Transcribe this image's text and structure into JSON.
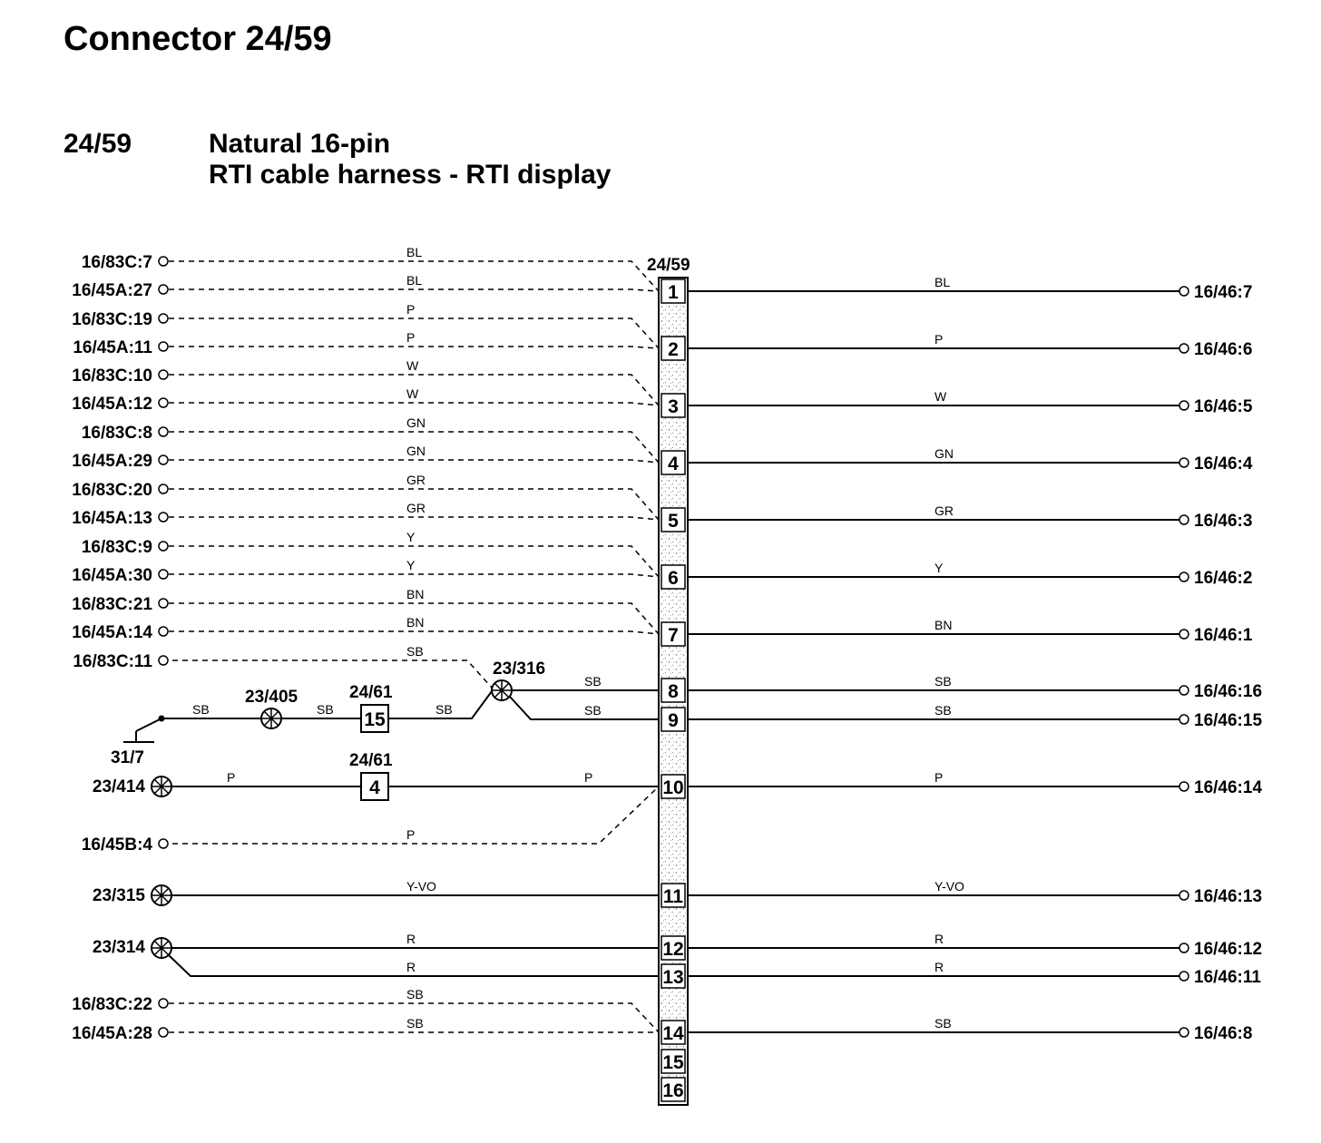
{
  "title": "Connector 24/59",
  "connector": {
    "code": "24/59",
    "description_line1": "Natural 16-pin",
    "description_line2": "RTI cable harness - RTI display",
    "header_label": "24/59",
    "pins": [
      "1",
      "2",
      "3",
      "4",
      "5",
      "6",
      "7",
      "8",
      "9",
      "10",
      "11",
      "12",
      "13",
      "14",
      "15",
      "16"
    ]
  },
  "left_terminals": [
    {
      "label": "16/83C:7",
      "wire": "BL"
    },
    {
      "label": "16/45A:27",
      "wire": "BL"
    },
    {
      "label": "16/83C:19",
      "wire": "P"
    },
    {
      "label": "16/45A:11",
      "wire": "P"
    },
    {
      "label": "16/83C:10",
      "wire": "W"
    },
    {
      "label": "16/45A:12",
      "wire": "W"
    },
    {
      "label": "16/83C:8",
      "wire": "GN"
    },
    {
      "label": "16/45A:29",
      "wire": "GN"
    },
    {
      "label": "16/83C:20",
      "wire": "GR"
    },
    {
      "label": "16/45A:13",
      "wire": "GR"
    },
    {
      "label": "16/83C:9",
      "wire": "Y"
    },
    {
      "label": "16/45A:30",
      "wire": "Y"
    },
    {
      "label": "16/83C:21",
      "wire": "BN"
    },
    {
      "label": "16/45A:14",
      "wire": "BN"
    },
    {
      "label": "16/83C:11",
      "wire": "SB"
    },
    {
      "label": "16/45B:4",
      "wire": "P"
    },
    {
      "label": "16/83C:22",
      "wire": "SB"
    },
    {
      "label": "16/45A:28",
      "wire": "SB"
    }
  ],
  "right_terminals": [
    {
      "pin": "1",
      "label": "16/46:7",
      "wire": "BL"
    },
    {
      "pin": "2",
      "label": "16/46:6",
      "wire": "P"
    },
    {
      "pin": "3",
      "label": "16/46:5",
      "wire": "W"
    },
    {
      "pin": "4",
      "label": "16/46:4",
      "wire": "GN"
    },
    {
      "pin": "5",
      "label": "16/46:3",
      "wire": "GR"
    },
    {
      "pin": "6",
      "label": "16/46:2",
      "wire": "Y"
    },
    {
      "pin": "7",
      "label": "16/46:1",
      "wire": "BN"
    },
    {
      "pin": "8",
      "label": "16/46:16",
      "wire": "SB"
    },
    {
      "pin": "9",
      "label": "16/46:15",
      "wire": "SB"
    },
    {
      "pin": "10",
      "label": "16/46:14",
      "wire": "P"
    },
    {
      "pin": "11",
      "label": "16/46:13",
      "wire": "Y-VO"
    },
    {
      "pin": "12",
      "label": "16/46:12",
      "wire": "R"
    },
    {
      "pin": "13",
      "label": "16/46:11",
      "wire": "R"
    },
    {
      "pin": "14",
      "label": "16/46:8",
      "wire": "SB"
    }
  ],
  "components": {
    "splice_23_316": "23/316",
    "splice_23_405": "23/405",
    "connector_24_61_a": "24/61",
    "connector_24_61_a_pin": "15",
    "connector_24_61_b": "24/61",
    "connector_24_61_b_pin": "4",
    "ground": "31/7",
    "splice_23_414": "23/414",
    "splice_23_315": "23/315",
    "splice_23_314": "23/314"
  },
  "wire_labels": {
    "ground_to_405": "SB",
    "from_405": "SB",
    "from_24_61_a": "SB",
    "to_pin8": "SB",
    "to_pin9": "SB",
    "from_414": "P",
    "to_pin10": "P",
    "from_315": "Y-VO",
    "from_314_a": "R",
    "from_314_b": "R"
  }
}
